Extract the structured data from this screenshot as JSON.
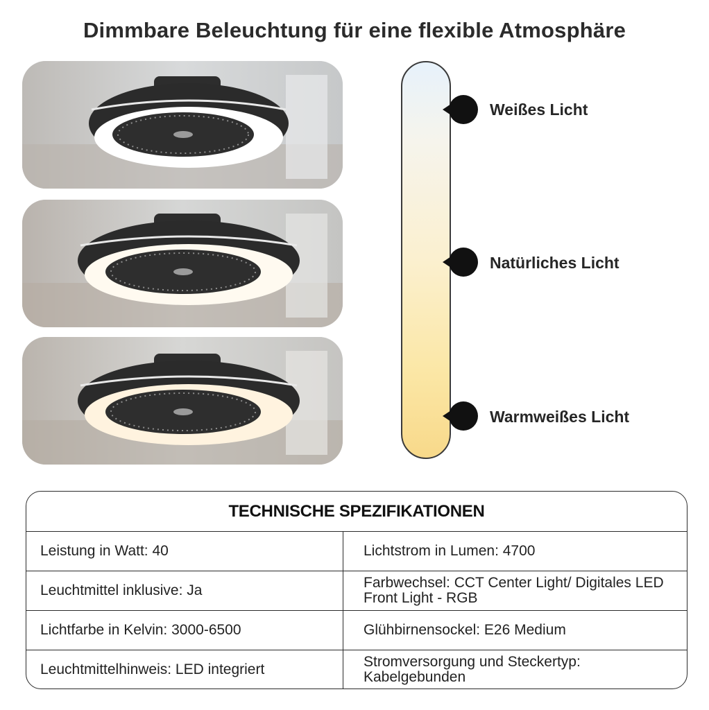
{
  "title": "Dimmbare Beleuchtung für eine flexible Atmosphäre",
  "photos": [
    {
      "alt": "ceiling-fan-white-light",
      "light_color": "#ffffff"
    },
    {
      "alt": "ceiling-fan-natural-light",
      "light_color": "#fffaf0"
    },
    {
      "alt": "ceiling-fan-warm-light",
      "light_color": "#fff3df"
    }
  ],
  "color_scale": {
    "top_color": "#e7f2fb",
    "bottom_color": "#f8d98a",
    "markers": [
      {
        "label": "Weißes Licht"
      },
      {
        "label": "Natürliches Licht"
      },
      {
        "label": "Warmweißes Licht"
      }
    ]
  },
  "specs": {
    "title": "TECHNISCHE SPEZIFIKATIONEN",
    "rows": [
      [
        "Leistung in Watt: 40",
        "Lichtstrom in Lumen: 4700"
      ],
      [
        "Leuchtmittel inklusive: Ja",
        "Farbwechsel: CCT Center Light/ Digitales LED Front Light - RGB"
      ],
      [
        "Lichtfarbe in Kelvin: 3000-6500",
        "Glühbirnensockel: E26 Medium"
      ],
      [
        "Leuchtmittelhinweis: LED integriert",
        "Stromversorgung und Steckertyp: Kabelgebunden"
      ]
    ]
  }
}
